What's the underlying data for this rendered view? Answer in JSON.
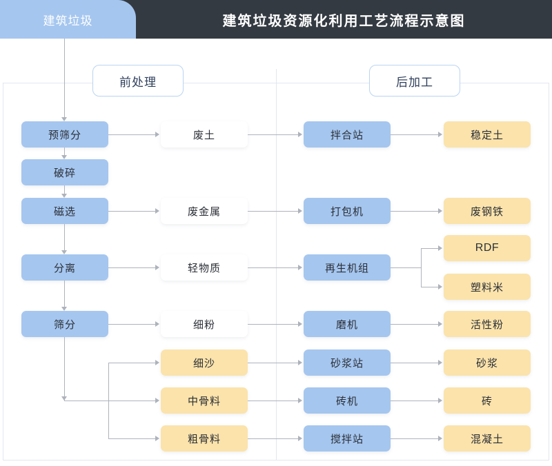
{
  "header": {
    "tab_label": "建筑垃圾",
    "title": "建筑垃圾资源化利用工艺流程示意图",
    "bar_color": "#343a42",
    "tab_color": "#a5c6ef"
  },
  "sections": {
    "pre": "前处理",
    "post": "后加工"
  },
  "palette": {
    "blue": "#a5c6ef",
    "yellow": "#fbe3ab",
    "white": "#ffffff",
    "line": "#aeb2bb",
    "frame": "#e4e6ee"
  },
  "nodes": {
    "process": [
      {
        "id": "pre-screen",
        "label": "预筛分",
        "kind": "blue"
      },
      {
        "id": "crush",
        "label": "破碎",
        "kind": "blue"
      },
      {
        "id": "magnetic",
        "label": "磁选",
        "kind": "blue"
      },
      {
        "id": "separate",
        "label": "分离",
        "kind": "blue"
      },
      {
        "id": "screen",
        "label": "筛分",
        "kind": "blue"
      }
    ],
    "materials": [
      {
        "id": "waste-soil",
        "label": "废土",
        "kind": "white"
      },
      {
        "id": "waste-metal",
        "label": "废金属",
        "kind": "white"
      },
      {
        "id": "light-matter",
        "label": "轻物质",
        "kind": "white"
      },
      {
        "id": "fine-powder",
        "label": "细粉",
        "kind": "white"
      },
      {
        "id": "fine-sand",
        "label": "细沙",
        "kind": "yellow"
      },
      {
        "id": "mid-agg",
        "label": "中骨料",
        "kind": "yellow"
      },
      {
        "id": "coarse-agg",
        "label": "粗骨料",
        "kind": "yellow"
      }
    ],
    "equipment": [
      {
        "id": "mixing-station",
        "label": "拌合站",
        "kind": "blue"
      },
      {
        "id": "baler",
        "label": "打包机",
        "kind": "blue"
      },
      {
        "id": "regen-unit",
        "label": "再生机组",
        "kind": "blue"
      },
      {
        "id": "mill",
        "label": "磨机",
        "kind": "blue"
      },
      {
        "id": "mortar-station",
        "label": "砂浆站",
        "kind": "blue"
      },
      {
        "id": "brick-machine",
        "label": "砖机",
        "kind": "blue"
      },
      {
        "id": "concrete-mixer",
        "label": "搅拌站",
        "kind": "blue"
      }
    ],
    "products": [
      {
        "id": "stabilized-soil",
        "label": "稳定土",
        "kind": "yellow"
      },
      {
        "id": "scrap-steel",
        "label": "废钢铁",
        "kind": "yellow"
      },
      {
        "id": "rdf",
        "label": "RDF",
        "kind": "yellow"
      },
      {
        "id": "plastic-pellets",
        "label": "塑料米",
        "kind": "yellow"
      },
      {
        "id": "active-powder",
        "label": "活性粉",
        "kind": "yellow"
      },
      {
        "id": "mortar",
        "label": "砂浆",
        "kind": "yellow"
      },
      {
        "id": "brick",
        "label": "砖",
        "kind": "yellow"
      },
      {
        "id": "concrete",
        "label": "混凝土",
        "kind": "yellow"
      }
    ]
  }
}
